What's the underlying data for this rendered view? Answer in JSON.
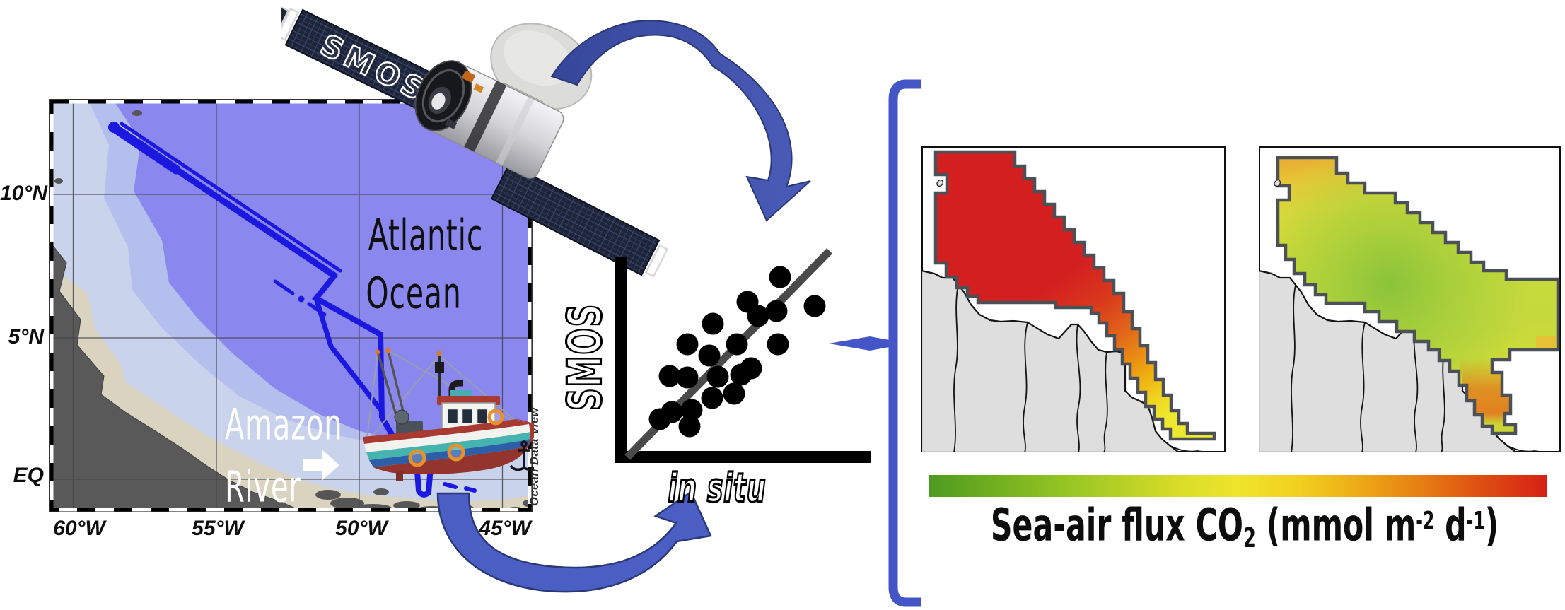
{
  "satellite": {
    "name": "SMOS"
  },
  "map": {
    "ocean_label_1": "Atlantic",
    "ocean_label_2": "Ocean",
    "river_label_1": "Amazon",
    "river_label_2": "River",
    "credit": "Ocean Data View",
    "x_ticks": [
      "60°W",
      "55°W",
      "50°W",
      "45°W"
    ],
    "y_ticks": [
      "10°N",
      "5°N",
      "EQ"
    ]
  },
  "scatter": {
    "y_label": "SMOS",
    "x_label": "in situ",
    "points": [
      [
        308,
        57
      ],
      [
        262,
        92
      ],
      [
        357,
        98
      ],
      [
        303,
        105
      ],
      [
        277,
        112
      ],
      [
        213,
        123
      ],
      [
        177,
        152
      ],
      [
        247,
        152
      ],
      [
        305,
        152
      ],
      [
        208,
        168
      ],
      [
        152,
        197
      ],
      [
        177,
        199
      ],
      [
        220,
        198
      ],
      [
        253,
        195
      ],
      [
        267,
        186
      ],
      [
        243,
        222
      ],
      [
        212,
        228
      ],
      [
        183,
        245
      ],
      [
        155,
        248
      ],
      [
        138,
        258
      ],
      [
        180,
        268
      ]
    ],
    "point_radius": 15.5
  },
  "flux": {
    "caption": {
      "main": "Sea-air flux CO",
      "sub": "2",
      "mid": " (mmol m",
      "sup1": "-2",
      "mid2": " d",
      "sup2": "-1",
      "end": ")"
    },
    "colorbar_stops": [
      "#4e9a20",
      "#6fae20",
      "#8ec222",
      "#b2cf25",
      "#d8dd28",
      "#efe42c",
      "#f2cf20",
      "#eda816",
      "#e67c12",
      "#dd4b12",
      "#d62114"
    ]
  },
  "colors": {
    "ocean_deep": "#8a88ef",
    "shelf_band_a": "#b5bfee",
    "shelf_band_b": "#cad3ec",
    "sand": "#d9d3c0",
    "land_dark": "#595959",
    "track": "#1b18e0",
    "arrow_top": "#3e4f9e",
    "arrow_bottom": "#4a5ec4",
    "arrow_outline": "#2b3876",
    "brace": "#4355c7",
    "panel_land": "#dedede",
    "plume_outline": "#4b5156",
    "flux_red": "#d31f20",
    "flux_yellow": "#efe42c",
    "flux_green": "#86c23a",
    "axis_black": "#000000",
    "fit_line_gray": "#4a4a4a"
  }
}
